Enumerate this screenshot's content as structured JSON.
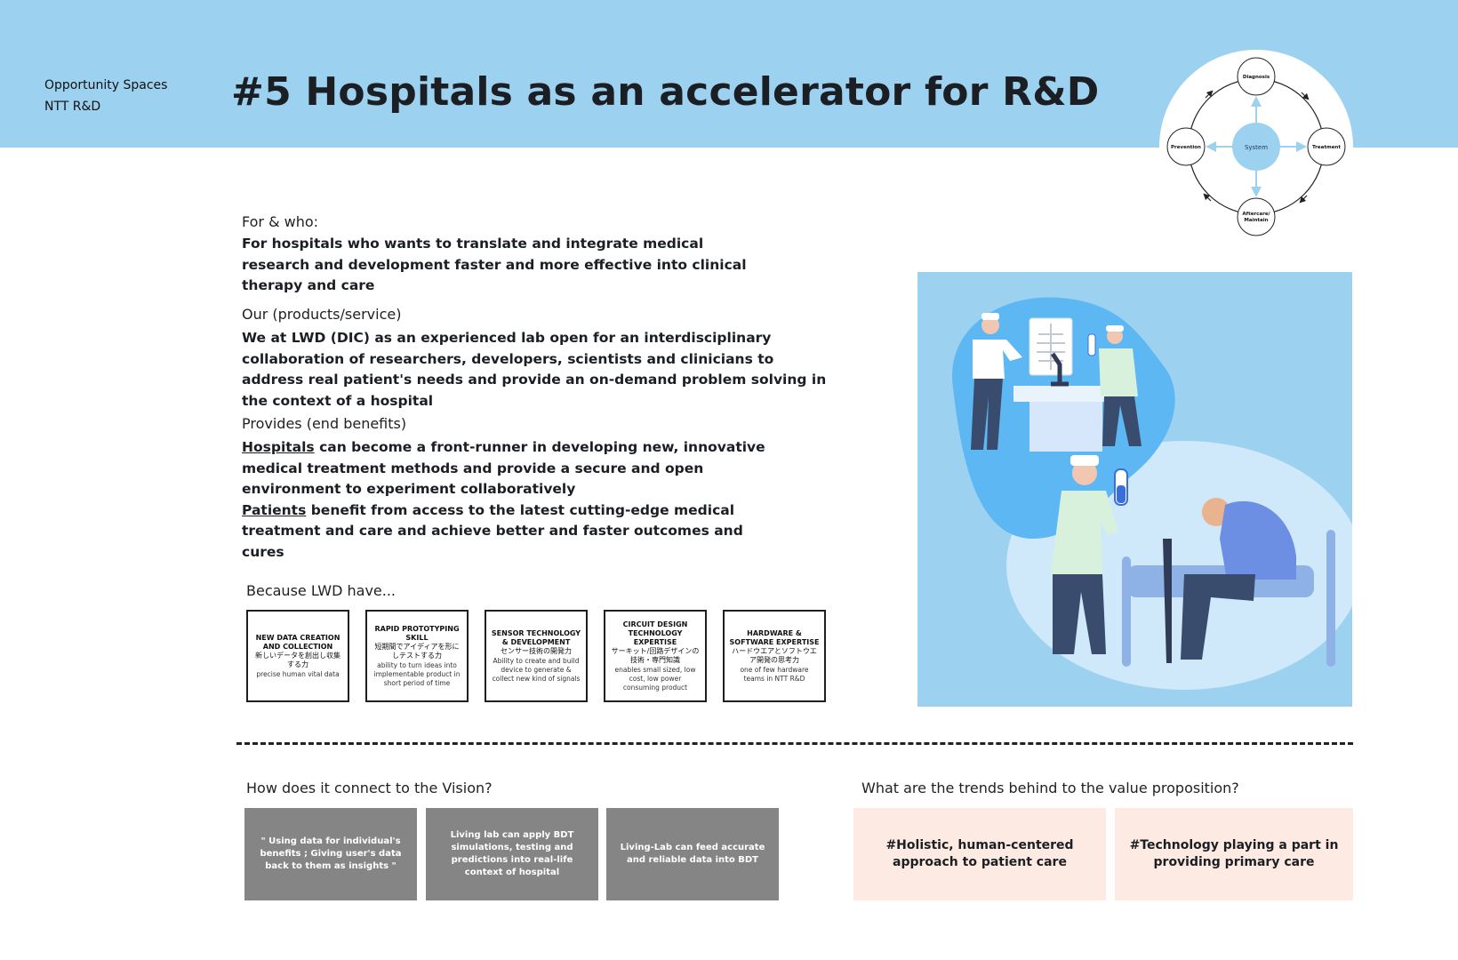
{
  "header": {
    "breadcrumb_line1": "Opportunity Spaces",
    "breadcrumb_line2": "NTT R&D",
    "title": "#5 Hospitals as an accelerator for R&D"
  },
  "cycle": {
    "center": "System",
    "top": "Diagnosis",
    "right": "Treatment",
    "bottom_line1": "Aftercare/",
    "bottom_line2": "Maintain",
    "left": "Prevention",
    "accent": "#9dd1f0"
  },
  "for_who": {
    "label": "For & who:",
    "body": "For hospitals who wants to translate and integrate medical research and development faster and more effective into clinical therapy and care"
  },
  "our_service": {
    "label": "Our (products/service)",
    "body": "We at LWD (DIC) as an experienced lab open for an interdisciplinary collaboration of researchers, developers, scientists and clinicians to address real patient's needs and provide an on-demand problem solving in the context of a hospital"
  },
  "provides": {
    "label": "Provides (end benefits)",
    "hospitals_word": "Hospitals",
    "hospitals_text": " can become a front-runner in developing new, innovative medical treatment methods and provide a secure and open environment to experiment collaboratively",
    "patients_word": "Patients",
    "patients_text": " benefit from access to the latest cutting-edge medical treatment and care and achieve better and faster outcomes and cures"
  },
  "because": {
    "label": "Because LWD have...",
    "cards": [
      {
        "title": "NEW DATA CREATION AND COLLECTION",
        "jp": "新しいデータを創出し収集する力",
        "desc": "precise human vital data"
      },
      {
        "title": "RAPID PROTOTYPING SKILL",
        "jp": "短期間でアイディアを形にしテストする力",
        "desc": "ability to turn ideas into implementable product in short period of time"
      },
      {
        "title": "SENSOR TECHNOLOGY & DEVELOPMENT",
        "jp": "センサー技術の開発力",
        "desc": "Ability to create and build device to generate & collect new kind of signals"
      },
      {
        "title": "CIRCUIT DESIGN TECHNOLOGY EXPERTISE",
        "jp": "サーキット/回路デザインの技術・専門知識",
        "desc": "enables small sized, low cost, low power consuming product"
      },
      {
        "title": "HARDWARE & SOFTWARE EXPERTISE",
        "jp": "ハードウエアとソフトウエア開発の思考力",
        "desc": "one of few hardware teams in NTT R&D"
      }
    ]
  },
  "vision": {
    "label": "How does it connect to the Vision?",
    "cards": [
      "\" Using data for individual's benefits ; Giving user's data back to them as insights \"",
      "Living lab can apply BDT simulations, testing and predictions into real-life context of hospital",
      "Living-Lab can feed accurate and reliable data into BDT"
    ]
  },
  "trends": {
    "label": "What are the trends behind to the value proposition?",
    "cards": [
      "#Holistic, human-centered approach to patient care",
      "#Technology playing a part in providing primary care"
    ]
  }
}
